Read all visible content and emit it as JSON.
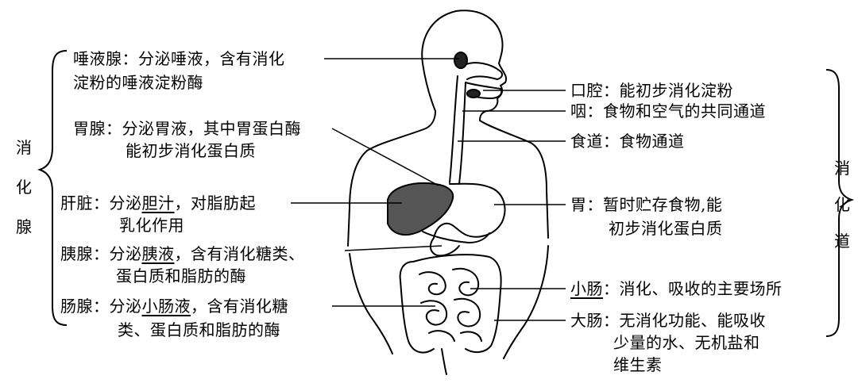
{
  "left_group": {
    "title": [
      "消",
      "化",
      "腺"
    ],
    "items": [
      {
        "name": "唾液腺",
        "colon": "：",
        "desc_1": "分泌唾液，含有消化",
        "desc_2": "淀粉的唾液淀粉酶"
      },
      {
        "name": "胃腺",
        "colon": "：",
        "desc_1": "分泌胃液，其中胃蛋白酶",
        "desc_2": "能初步消化蛋白质"
      },
      {
        "name": "肝脏",
        "colon": "：",
        "pre": "分泌",
        "key": "胆汁",
        "post": "，对脂肪起",
        "desc_2": "乳化作用"
      },
      {
        "name": "胰腺",
        "colon": "：",
        "pre": "分泌",
        "key": "胰液",
        "post": "，含有消化糖类、",
        "desc_2": "蛋白质和脂肪的酶"
      },
      {
        "name": "肠腺",
        "colon": "：",
        "pre": "分泌",
        "key": "小肠液",
        "post": "，含有消化糖",
        "desc_2": "类、蛋白质和脂肪的酶"
      }
    ]
  },
  "right_group": {
    "title": [
      "消",
      "化",
      "道"
    ],
    "items": [
      {
        "text": "口腔：能初步消化淀粉"
      },
      {
        "text": "咽：食物和空气的共同通道"
      },
      {
        "text": "食道：食物通道"
      },
      {
        "text_1": "胃：暂时贮存食物,能",
        "text_2": "初步消化蛋白质"
      },
      {
        "key": "小肠",
        "rest": "：消化、吸收的主要场所"
      },
      {
        "text_1": "大肠：无消化功能、能吸收",
        "text_2": "少量的水、无机盐和",
        "text_3": "维生素"
      }
    ]
  }
}
